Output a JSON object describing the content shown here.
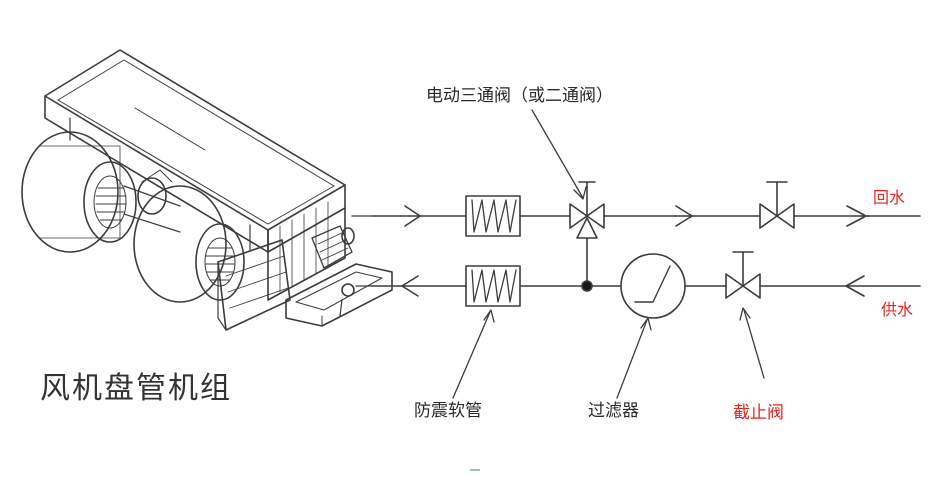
{
  "labels": {
    "fan_coil_unit": "风机盘管机组",
    "motorized_valve": "电动三通阀（或二通阀）",
    "return_water": "回水",
    "supply_water": "供水",
    "anti_vibration_hose": "防震软管",
    "filter": "过滤器",
    "stop_valve": "截止阀"
  },
  "colors": {
    "line": "#3c3c3c",
    "label_black": "#2a2a2a",
    "label_red": "#e8231f"
  }
}
